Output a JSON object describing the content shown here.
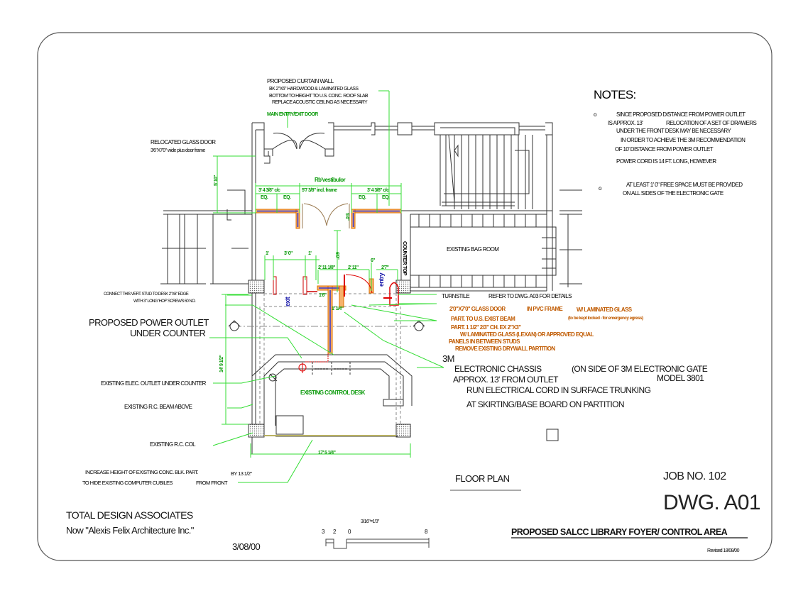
{
  "title_block": {
    "firm": "TOTAL DESIGN ASSOCIATES",
    "firm_now": "Now \"Alexis Felix Architecture Inc.\"",
    "date": "3/08/00",
    "scale_label": "3/16\"=1'0\"",
    "scale_ticks": [
      "3",
      "2",
      "0",
      "8"
    ],
    "drawing_title": "FLOOR PLAN",
    "job_no": "JOB NO. 102",
    "dwg_no": "DWG. A01",
    "project": "PROPOSED SALCC LIBRARY FOYER/ CONTROL AREA",
    "revised": "Revised 18/08/00"
  },
  "notes": {
    "heading": "NOTES:",
    "bullet": "o",
    "items": [
      [
        "SINCE PROPOSED DISTANCE FROM POWER OUTLET",
        "IS APPROX. 13'",
        "RELOCATION OF A SET OF DRAWERS",
        "UNDER THE FRONT DESK MAY BE NECESSARY",
        "IN ORDER TO ACHIEVE THE 3M RECOMMENDATION",
        "OF 10' DISTANCE FROM POWER OUTLET",
        "POWER CORD IS 14 FT. LONG, HOWEVER"
      ],
      [
        "AT LEAST 1' 0\" FREE SPACE MUST BE PROVIDED",
        "ON ALL SIDES OF THE ELECTRONIC GATE"
      ]
    ]
  },
  "labels": {
    "curtain_wall": [
      "PROPOSED CURTAIN WALL",
      "BK 2\"X6\" HARDWOOD & LAMINATED GLASS",
      "BOTTOM TO HEIGHT TO U.S. CONC. ROOF SLAB",
      "REPLACE ACOUSTIC CEILING AS NECESSARY"
    ],
    "main_entry": "MAIN ENTRY/EXIT DOOR",
    "relocated_door": [
      "RELOCATED GLASS DOOR",
      "3'6\"X7'0\" wide plus door frame"
    ],
    "connect_vert": [
      "CONNECT THIS VERT. STUD TO DESK 2\"X6\" EDGE",
      "WITH 3\" LONG 'HOF' SCREWS 60 NO."
    ],
    "power_outlet": [
      "PROPOSED POWER OUTLET",
      "UNDER COUNTER"
    ],
    "existing_outlet": "EXISTING ELEC. OUTLET UNDER COUNTER",
    "existing_beam": "EXISTING R.C. BEAM ABOVE",
    "existing_col": "EXISTING R.C. COL",
    "increase_height": [
      "INCREASE HEIGHT OF EXISTING CONC. BLK. PART.",
      "BY 13 1/2\"",
      "TO HIDE EXISTING COMPUTER CUBILES",
      "FROM FRONT"
    ],
    "bag_room": "EXISTING BAG ROOM",
    "counter_top": "COUNTER TOP",
    "control_desk": "EXISTING CONTROL DESK",
    "exit": "exit",
    "entry": "entry",
    "vestibule": "Rb'vestibulor",
    "turnstile": [
      "TURNSTILE",
      "REFER TO DWG. A03 FOR DETAILS"
    ],
    "glass_door": [
      "2'0\"X7'0\" GLASS DOOR",
      "IN PVC FRAME",
      "W/ LAMINATED GLASS",
      "(to be kept locked - for emergency egress)"
    ],
    "part_beam": "PART. TO U.S. EXIST BEAM",
    "part_spec": [
      "PART. 1 1/2\" 2/3\" CH. EX 2\"X3\"",
      "W/ LAMINATED GLASS (LEXAN) OR APPROVED EQUAL",
      "PANELS IN BETWEEN STUDS",
      "REMOVE EXISTING DRYWALL PARTITION"
    ],
    "chassis": [
      "3M",
      "ELECTRONIC CHASSIS",
      "(ON SIDE OF 3M ELECTRONIC GATE",
      "MODEL 3801",
      "APPROX. 13' FROM OUTLET",
      "RUN ELECTRICAL CORD IN  SURFACE TRUNKING",
      "AT SKIRTING/BASE BOARD ON PARTITION"
    ]
  },
  "dimensions": {
    "d_top_left": "5' 10\"",
    "d_eq_left": "3' 4 3/8\" c/c",
    "d_eq": "EQ.",
    "d_opening": "5'7 3/8\" incl. frame",
    "d_eq_right": "3' 4 3/8\" c/c",
    "d_1a": "1'",
    "d_30": "3' 0\"",
    "d_1b": "1'",
    "d_2_11_a": "2' 11 1/8\"",
    "d_2_11_b": "2' 11\"",
    "d_6": "6\"",
    "d_27": "2'7\"",
    "d_v1": "5'4\"",
    "d_v2": "6'0\"",
    "d_16": "1'6\"",
    "d_1_6b": "1' 1/4\"",
    "d_left_long": "14' 9 1/2\"",
    "d_bottom": "17' 5 1/4\""
  },
  "colors": {
    "dimension": "#33dd33",
    "proposed_partition": "#e07000",
    "glass": "#3333cc",
    "electrical": "#dd0000",
    "existing": "#333333"
  }
}
